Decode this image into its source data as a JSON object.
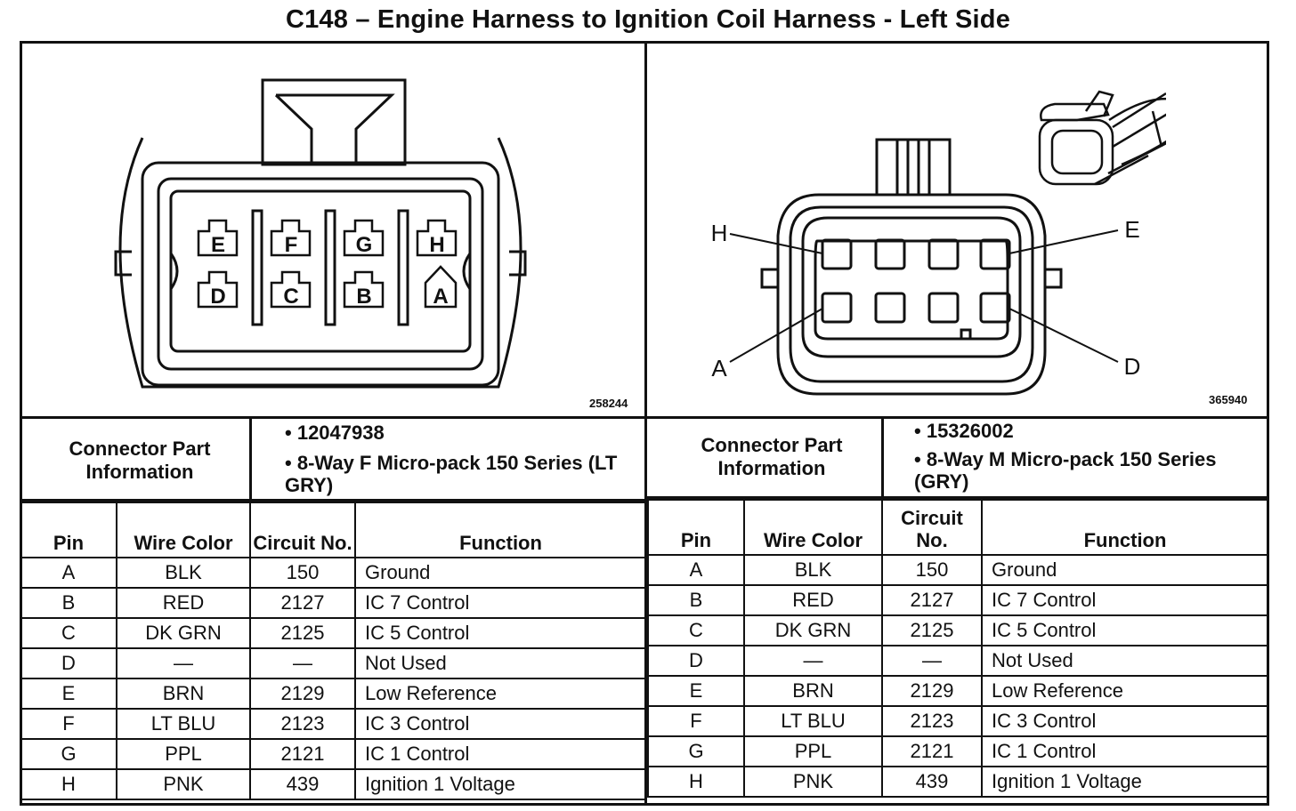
{
  "title": "C148 – Engine Harness to Ignition Coil Harness - Left Side",
  "left": {
    "figure_number": "258244",
    "pin_labels_top": [
      "E",
      "F",
      "G",
      "H"
    ],
    "pin_labels_bottom": [
      "D",
      "C",
      "B",
      "A"
    ],
    "connector_info_label": "Connector Part Information",
    "bullets": [
      "12047938",
      "8-Way F Micro-pack 150 Series (LT GRY)"
    ],
    "headers": {
      "pin": "Pin",
      "wire_color": "Wire Color",
      "circuit_no": "Circuit No.",
      "function": "Function"
    },
    "rows": [
      {
        "pin": "A",
        "color": "BLK",
        "circuit": "150",
        "function": "Ground"
      },
      {
        "pin": "B",
        "color": "RED",
        "circuit": "2127",
        "function": "IC 7 Control"
      },
      {
        "pin": "C",
        "color": "DK GRN",
        "circuit": "2125",
        "function": "IC 5 Control"
      },
      {
        "pin": "D",
        "color": "—",
        "circuit": "—",
        "function": "Not Used"
      },
      {
        "pin": "E",
        "color": "BRN",
        "circuit": "2129",
        "function": "Low Reference"
      },
      {
        "pin": "F",
        "color": "LT BLU",
        "circuit": "2123",
        "function": "IC 3 Control"
      },
      {
        "pin": "G",
        "color": "PPL",
        "circuit": "2121",
        "function": "IC 1 Control"
      },
      {
        "pin": "H",
        "color": "PNK",
        "circuit": "439",
        "function": "Ignition 1 Voltage"
      }
    ]
  },
  "right": {
    "figure_number": "365940",
    "callouts": {
      "h": "H",
      "e": "E",
      "a": "A",
      "d": "D"
    },
    "connector_info_label": "Connector Part Information",
    "bullets": [
      "15326002",
      "8-Way M Micro-pack 150 Series (GRY)"
    ],
    "headers": {
      "pin": "Pin",
      "wire_color": "Wire Color",
      "circuit_no": "Circuit No.",
      "function": "Function"
    },
    "rows": [
      {
        "pin": "A",
        "color": "BLK",
        "circuit": "150",
        "function": "Ground"
      },
      {
        "pin": "B",
        "color": "RED",
        "circuit": "2127",
        "function": "IC 7 Control"
      },
      {
        "pin": "C",
        "color": "DK GRN",
        "circuit": "2125",
        "function": "IC 5 Control"
      },
      {
        "pin": "D",
        "color": "—",
        "circuit": "—",
        "function": "Not Used"
      },
      {
        "pin": "E",
        "color": "BRN",
        "circuit": "2129",
        "function": "Low Reference"
      },
      {
        "pin": "F",
        "color": "LT BLU",
        "circuit": "2123",
        "function": "IC 3 Control"
      },
      {
        "pin": "G",
        "color": "PPL",
        "circuit": "2121",
        "function": "IC 1 Control"
      },
      {
        "pin": "H",
        "color": "PNK",
        "circuit": "439",
        "function": "Ignition 1 Voltage"
      }
    ]
  }
}
